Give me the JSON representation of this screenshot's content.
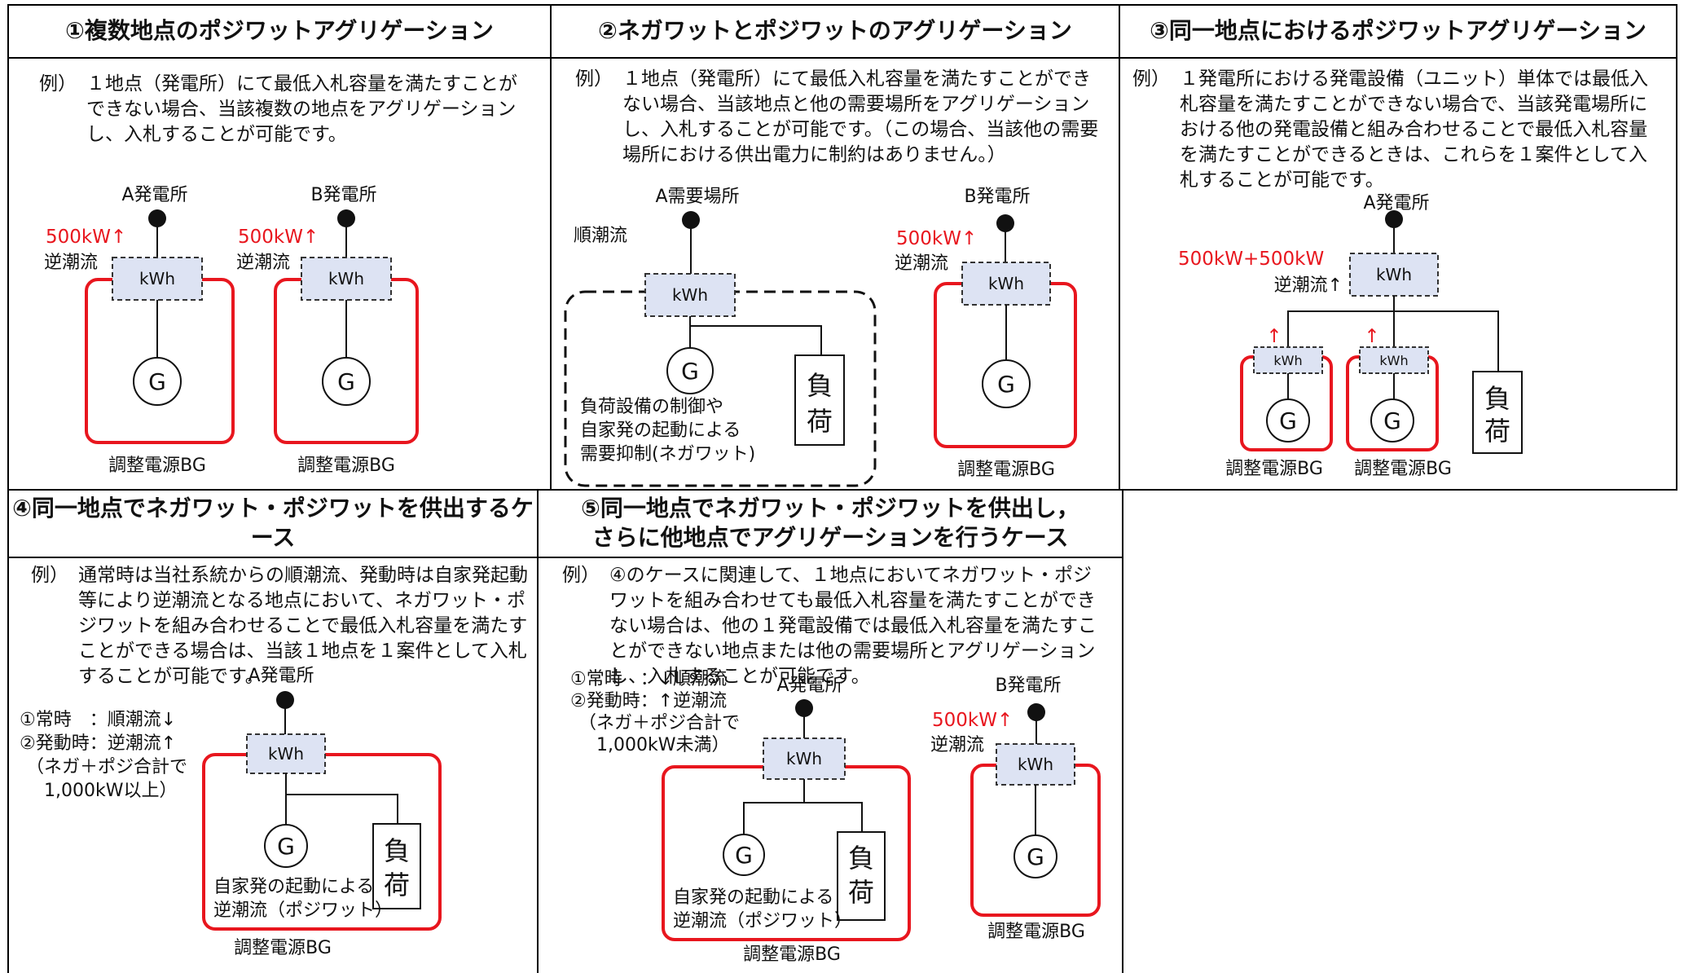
{
  "colors": {
    "red": "#e8161e",
    "kwh_fill": "#dde3f3",
    "line": "#111111"
  },
  "panel1": {
    "title": "①複数地点のポジワットアグリゲーション",
    "desc_label": "例）",
    "desc": "１地点（発電所）にて最低入札容量を満たすことができない場合、当該複数の地点をアグリゲーションし、入札することが可能です。",
    "left": {
      "station": "A発電所",
      "power": "500kW↑",
      "flow": "逆潮流",
      "meter": "kWh",
      "gen": "G",
      "bg": "調整電源BG"
    },
    "right": {
      "station": "B発電所",
      "power": "500kW↑",
      "flow": "逆潮流",
      "meter": "kWh",
      "gen": "G",
      "bg": "調整電源BG"
    }
  },
  "panel2": {
    "title": "②ネガワットとポジワットのアグリゲーション",
    "desc_label": "例）",
    "desc": "１地点（発電所）にて最低入札容量を満たすことができない場合、当該地点と他の需要場所をアグリゲーションし、入札することが可能です。（この場合、当該他の需要場所における供出電力に制約はありません。）",
    "left": {
      "station": "A需要場所",
      "flow": "順潮流",
      "meter": "kWh",
      "gen": "G",
      "load": "負\n荷",
      "note": [
        "負荷設備の制御や",
        "自家発の起動による",
        "需要抑制(ネガワット)"
      ]
    },
    "right": {
      "station": "B発電所",
      "power": "500kW↑",
      "flow": "逆潮流",
      "meter": "kWh",
      "gen": "G",
      "bg": "調整電源BG"
    }
  },
  "panel3": {
    "title": "③同一地点におけるポジワットアグリゲーション",
    "desc_label": "例）",
    "desc": "１発電所における発電設備（ユニット）単体では最低入札容量を満たすことができない場合で、当該発電場所における他の発電設備と組み合わせることで最低入札容量を満たすことができるときは、これらを１案件として入札することが可能です。",
    "station": "A発電所",
    "power": "500kW+500kW",
    "flow": "逆潮流↑",
    "meter": "kWh",
    "sub_meter": "kWh",
    "arrow": "↑",
    "gen": "G",
    "load": "負\n荷",
    "bg": "調整電源BG"
  },
  "panel4": {
    "title": "④同一地点でネガワット・ポジワットを供出するケース",
    "desc_label": "例）",
    "desc": "通常時は当社系統からの順潮流、発動時は自家発起動等により逆潮流となる地点において、ネガワット・ポジワットを組み合わせることで最低入札容量を満たすことができる場合は、当該１地点を１案件として入札することが可能です。",
    "station": "A発電所",
    "side_note": [
      "①常時　：順潮流↓",
      "②発動時：逆潮流↑",
      "（ネガ＋ポジ合計で",
      "　1,000kW以上）"
    ],
    "meter": "kWh",
    "gen": "G",
    "load": "負\n荷",
    "note": [
      "自家発の起動による",
      "逆潮流（ポジワット）"
    ],
    "bg": "調整電源BG"
  },
  "panel5": {
    "title": "⑤同一地点でネガワット・ポジワットを供出し，\nさらに他地点でアグリゲーションを行うケース",
    "desc_label": "例）",
    "desc": "④のケースに関連して、１地点においてネガワット・ポジワットを組み合わせても最低入札容量を満たすことができない場合は、他の１発電設備では最低入札容量を満たすことができない地点または他の需要場所とアグリゲーションし、入札することが可能です。",
    "side_note": [
      "①常時　：↓順潮流",
      "②発動時：↑逆潮流",
      "（ネガ＋ポジ合計で",
      "　1,000kW未満）"
    ],
    "left": {
      "station": "A発電所",
      "meter": "kWh",
      "gen": "G",
      "load": "負\n荷",
      "note": [
        "自家発の起動による",
        "逆潮流（ポジワット）"
      ],
      "bg": "調整電源BG"
    },
    "right": {
      "station": "B発電所",
      "power": "500kW↑",
      "flow": "逆潮流",
      "meter": "kWh",
      "gen": "G",
      "bg": "調整電源BG"
    }
  }
}
